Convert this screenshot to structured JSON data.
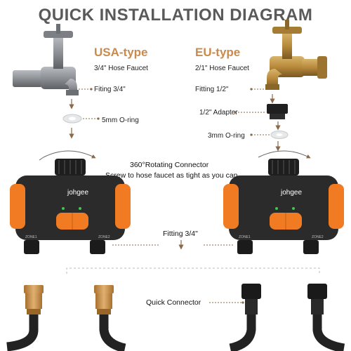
{
  "title": "QUICK INSTALLATION DIAGRAM",
  "colors": {
    "title": "#5a5a5a",
    "type_heading": "#c98a4e",
    "timer_orange": "#f07b22",
    "timer_body": "#2b2b2b",
    "led_green": "#3ec84a",
    "brass": "#b88a3c",
    "steel": "#8d9094",
    "hose": "#222222"
  },
  "usa": {
    "heading": "USA-type",
    "faucet": "3/4\" Hose Faucet",
    "fitting": "Fiting 3/4\"",
    "oring": "5mm O-ring"
  },
  "eu": {
    "heading": "EU-type",
    "faucet": "2/1\" Hose Faucet",
    "fitting": "Fitting 1/2\"",
    "adapter": "1/2\" Adapter",
    "oring": "3mm O-ring"
  },
  "connector": {
    "rotating": "360°Rotating Connector",
    "screw": "Screw to hose faucet as tight as you can"
  },
  "timer": {
    "brand": "johgee",
    "zone1": "ZONE1",
    "zone2": "ZONE2"
  },
  "outlet_fitting": "Fitting 3/4\"",
  "quick_connector": "Quick Connector"
}
